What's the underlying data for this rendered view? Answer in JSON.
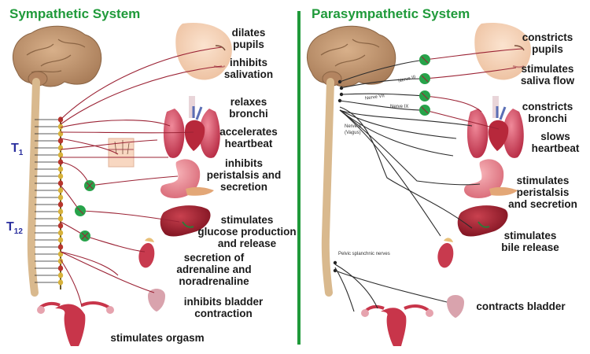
{
  "sympathetic": {
    "title": "Sympathetic System",
    "t1_label": "T",
    "t1_sub": "1",
    "t12_label": "T",
    "t12_sub": "12",
    "effects": [
      "dilates\npupils",
      "inhibits\nsalivation",
      "relaxes\nbronchi",
      "accelerates\nheartbeat",
      "inhibits\nperistalsis and\nsecretion",
      "stimulates\nglucose production\nand release",
      "secretion of\nadrenaline and\nnoradrenaline",
      "inhibits bladder\ncontraction",
      "stimulates orgasm"
    ]
  },
  "parasympathetic": {
    "title": "Parasympathetic System",
    "effects": [
      "constricts\npupils",
      "stimulates\nsaliva flow",
      "constricts\nbronchi",
      "slows\nheartbeat",
      "stimulates\nperistalsis\nand secretion",
      "stimulates\nbile release",
      "contracts bladder"
    ],
    "nerve_labels": {
      "nerve_iii": "Nerve III",
      "nerve_vii": "Nerve VII",
      "nerve_ix": "Nerve IX",
      "nerve_x": "Nerve X",
      "vagus": "(Vagus)",
      "pelvic": "Pelvic splanchnic nerves"
    }
  },
  "colors": {
    "title_green": "#1f9a3a",
    "divider_green": "#1f9a3a",
    "ganglion_green": "#27a34a",
    "nerve_red": "#9b2335",
    "nerve_dark": "#2b2b2b",
    "brain": "#c59a73",
    "spinal_cord": "#d9b98e",
    "organ_red": "#c83a4e",
    "liver": "#9b1c2c",
    "t_label_blue": "#2a2f9e"
  }
}
